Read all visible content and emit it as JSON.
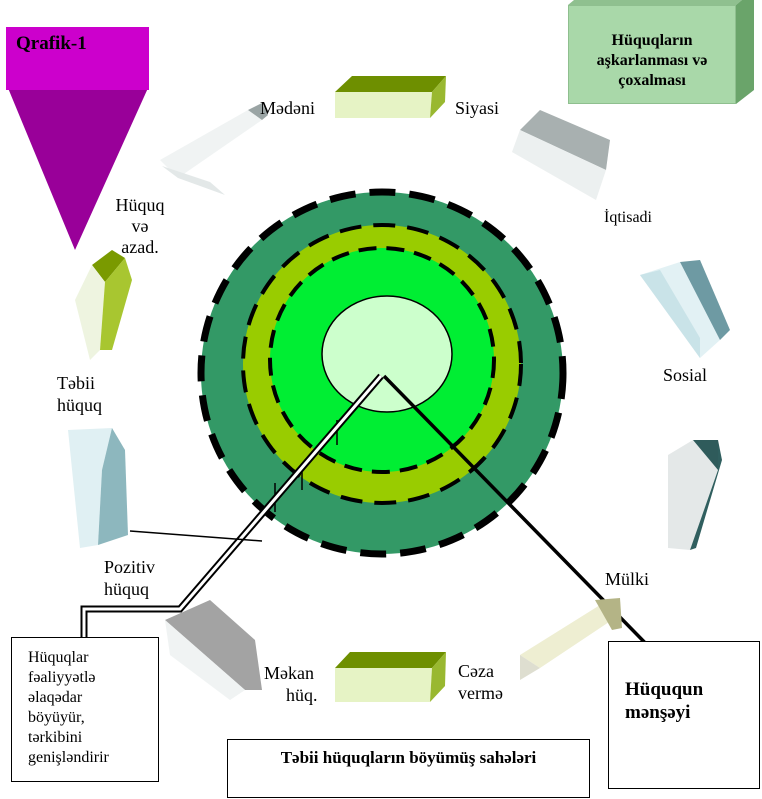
{
  "title_tag": "Qrafik-1",
  "top_right_box": {
    "lines": [
      "Hüquqların",
      "aşkarlanması və",
      "çoxalması"
    ]
  },
  "sectors": {
    "medeni": "Mədəni",
    "siyasi": "Siyasi",
    "iqtisadi": "İqtisadi",
    "sosial": "Sosial",
    "mulki": "Mülki",
    "ceza_line1": "Cəza",
    "ceza_line2": "verm",
    "ceza_suffix": "ə",
    "mekan_line1": "Məkan",
    "mekan_line2": "hüq.",
    "pozitiv_line1": "Pozitiv",
    "pozitiv_line2": "hüquq",
    "tebii_line1": "Təbii",
    "tebii_line2": "hüquq",
    "huquq_line1": "Hüquq",
    "huquq_line2": "və",
    "huquq_line3": "azad."
  },
  "bottom_left_box": {
    "lines": [
      "Hüquqlar",
      "fəaliyyətlə",
      "əlaqədar",
      "böyüyür,",
      "tərkibini",
      "genişləndirir"
    ]
  },
  "bottom_right_box": {
    "lines": [
      "Hüququn",
      "mənşəyi"
    ]
  },
  "bottom_center_box": {
    "text": "Təbii hüquqların böyümüş sahələri"
  },
  "colors": {
    "outer_ring": "#339966",
    "mid_ring": "#99cc00",
    "inner_ring": "#00ee33",
    "core": "#ccffcc",
    "tag_magenta": "#cc00cc",
    "green_box": "#a9d8a9"
  }
}
